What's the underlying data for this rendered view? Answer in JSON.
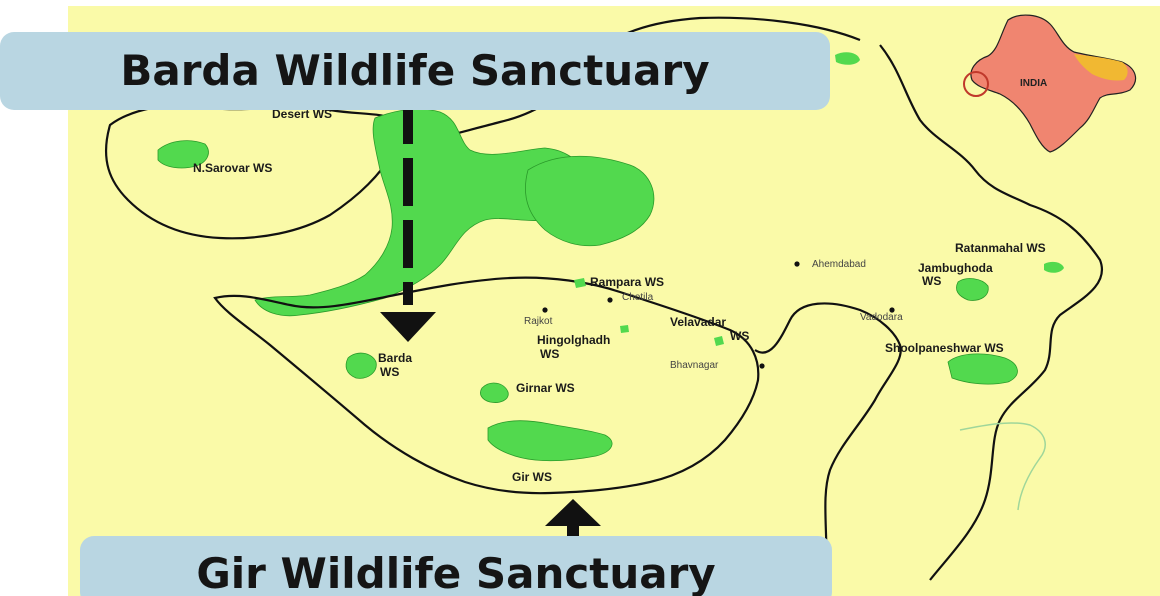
{
  "callouts": {
    "top": "Barda Wildlife Sanctuary",
    "bottom": "Gir Wildlife Sanctuary"
  },
  "inset": {
    "label": "INDIA"
  },
  "sanctuaries": [
    {
      "id": "desert",
      "label": "Desert WS"
    },
    {
      "id": "sarovar",
      "label": "N.Sarovar WS"
    },
    {
      "id": "rampara",
      "label": "Rampara WS"
    },
    {
      "id": "hingolgadh",
      "line1": "Hingolghadh",
      "line2": "WS"
    },
    {
      "id": "velavadar",
      "line1": "Velavadar",
      "line2": "WS"
    },
    {
      "id": "barda",
      "line1": "Barda",
      "line2": "WS"
    },
    {
      "id": "girnar",
      "label": "Girnar WS"
    },
    {
      "id": "gir",
      "label": "Gir WS"
    },
    {
      "id": "ratanmahal",
      "label": "Ratanmahal WS"
    },
    {
      "id": "jambughoda",
      "line1": "Jambughoda",
      "line2": "WS"
    },
    {
      "id": "shoolpaneshwar",
      "label": "Shoolpaneshwar WS"
    }
  ],
  "cities": [
    {
      "id": "ahmedabad",
      "label": "Ahemdabad"
    },
    {
      "id": "chotila",
      "label": "Chotila"
    },
    {
      "id": "rajkot",
      "label": "Rajkot"
    },
    {
      "id": "vadodara",
      "label": "Vadodara"
    },
    {
      "id": "bhavnagar",
      "label": "Bhavnagar"
    }
  ],
  "colors": {
    "land": "#fafaa8",
    "sanctuary": "#52d94e",
    "border": "#111111",
    "india_fill": "#f08570",
    "gujarat_highlight": "#f1b832",
    "callout_bg": "#b9d6e2"
  }
}
